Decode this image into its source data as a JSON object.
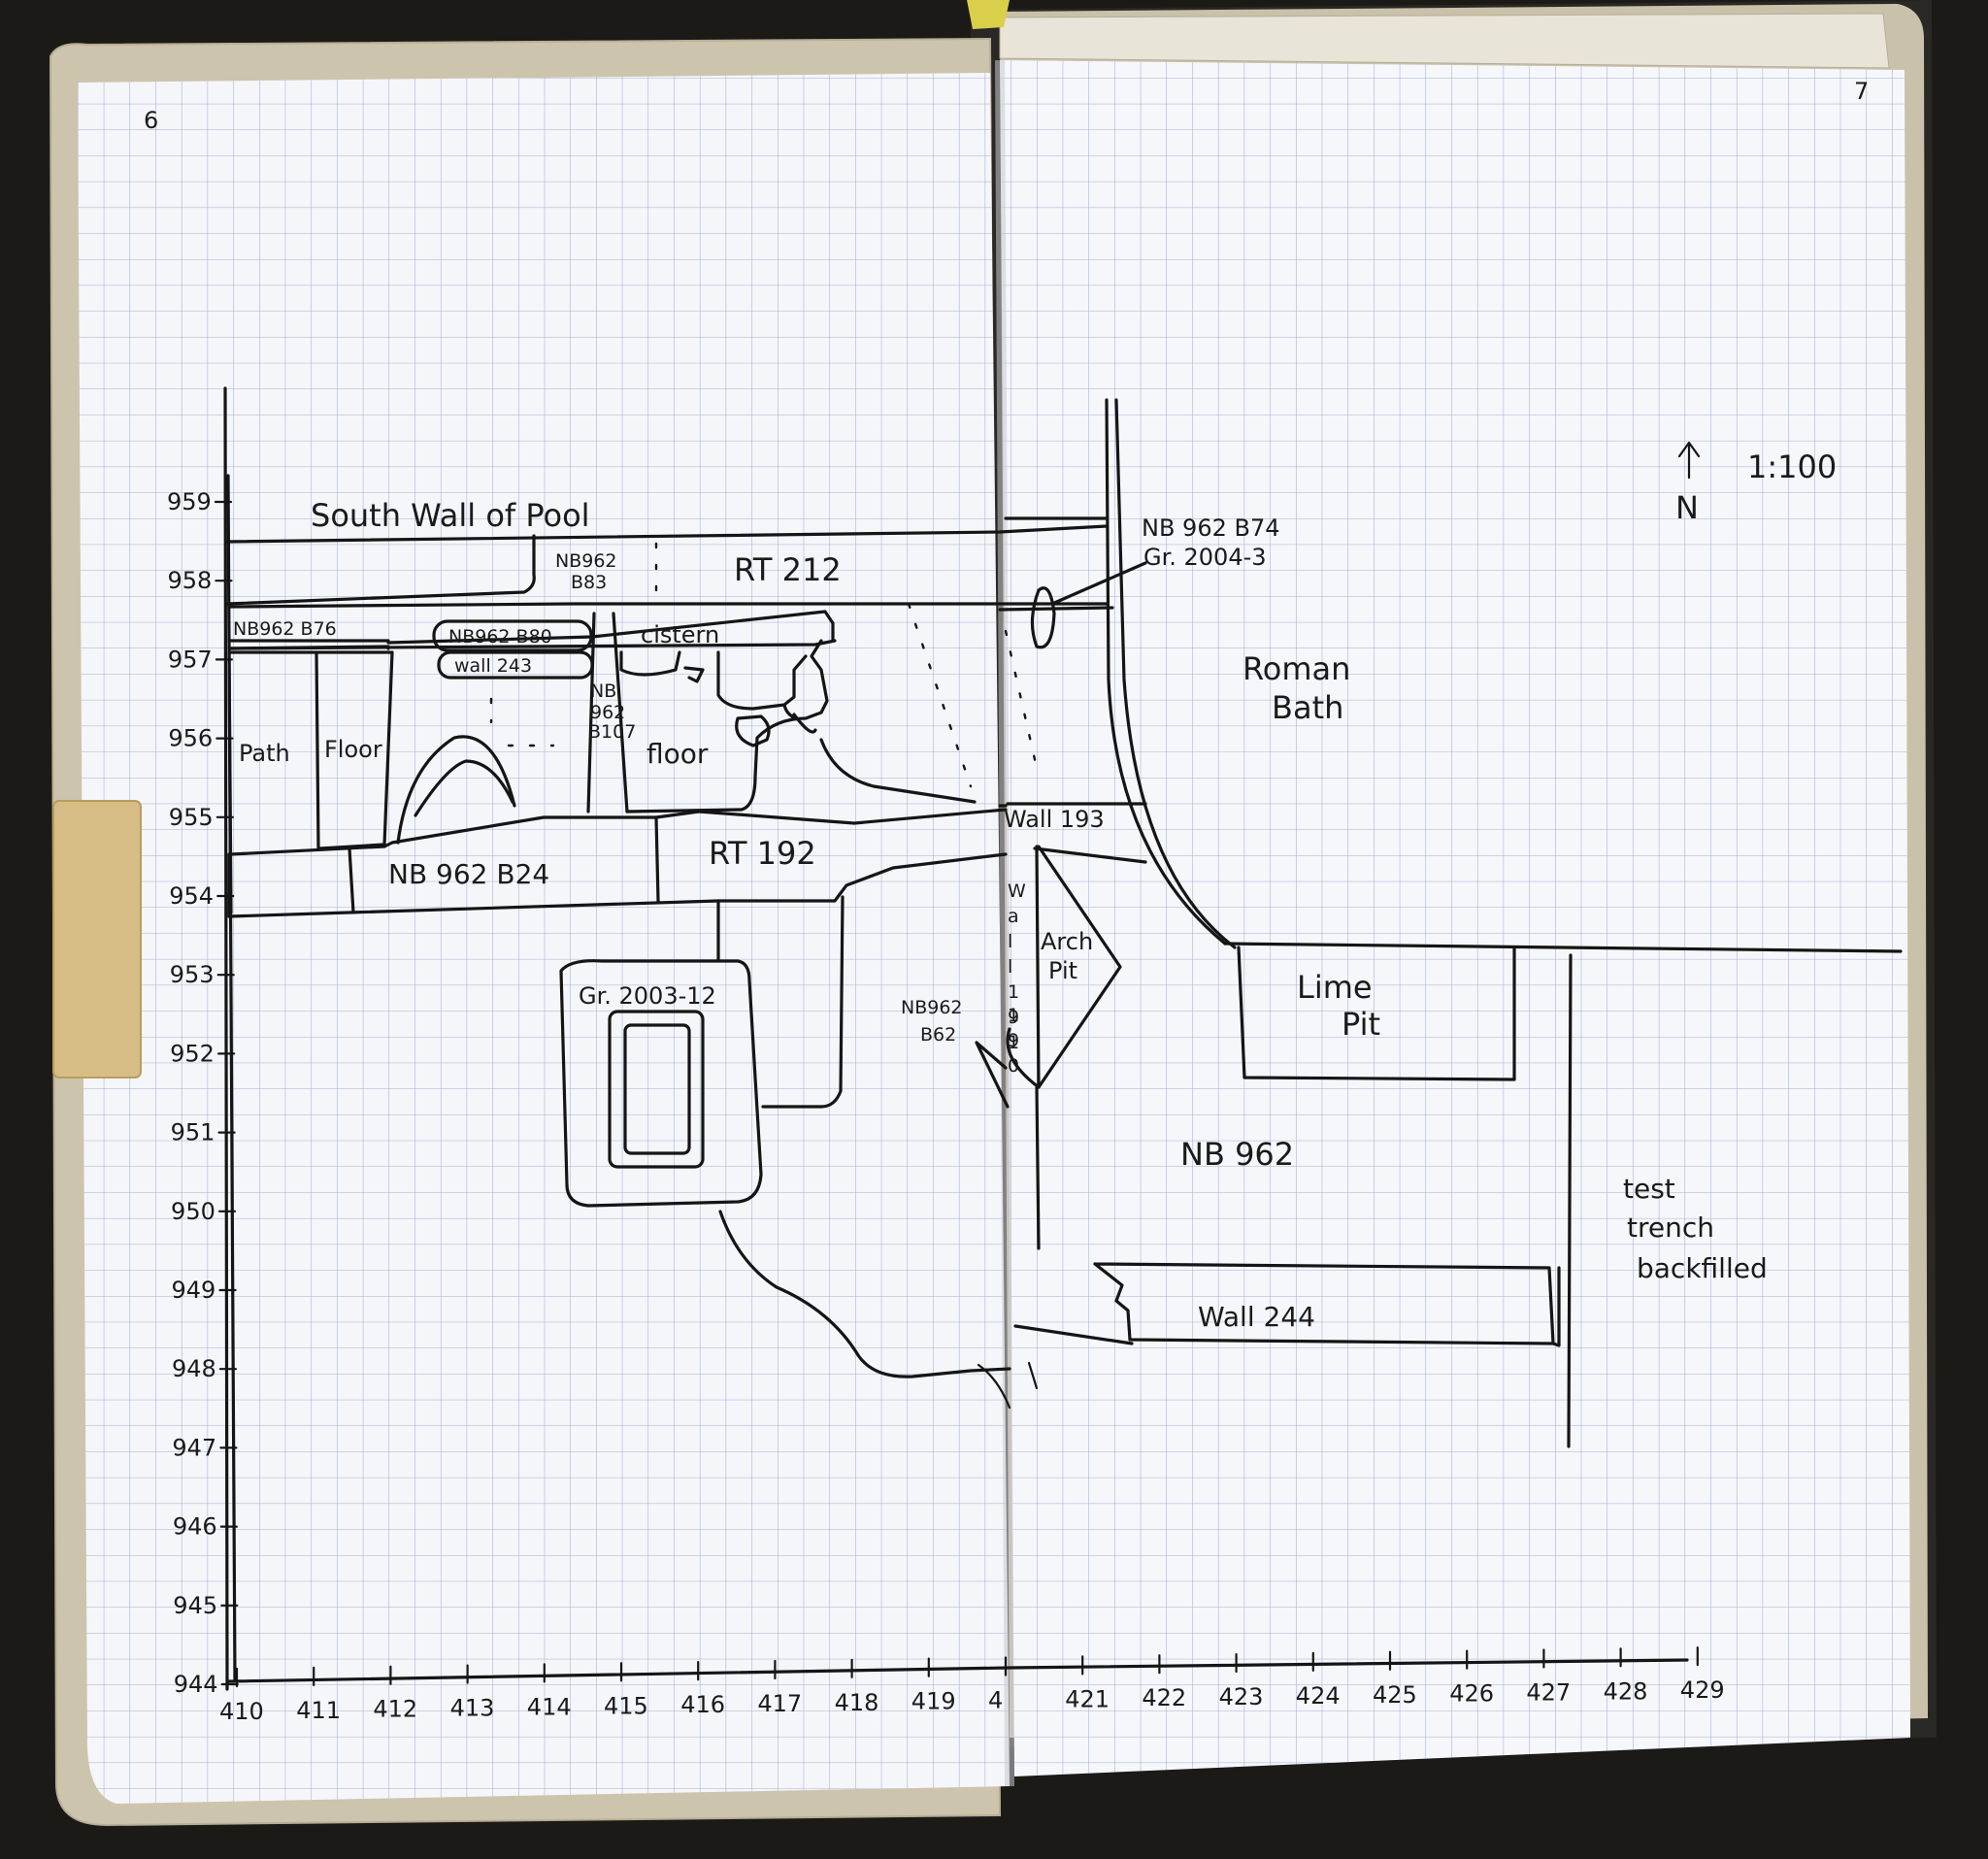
{
  "notebook": {
    "page_left_number": "6",
    "page_right_number": "7",
    "scale": "1:100",
    "north_label": "N"
  },
  "axes": {
    "y_ticks": [
      "959",
      "958",
      "957",
      "956",
      "955",
      "954",
      "953",
      "952",
      "951",
      "950",
      "949",
      "948",
      "947",
      "946",
      "945",
      "944"
    ],
    "x_ticks": [
      "410",
      "411",
      "412",
      "413",
      "414",
      "415",
      "416",
      "417",
      "418",
      "419",
      "4",
      "421",
      "422",
      "423",
      "424",
      "425",
      "426",
      "427",
      "428",
      "429"
    ]
  },
  "labels": {
    "south_wall": "South Wall of Pool",
    "nb962_b83_a": "NB962",
    "nb962_b83_b": "B83",
    "rt212": "RT 212",
    "nb962_b74": "NB 962 B74",
    "gr_2004_3": "Gr. 2004-3",
    "nb962_b76": "NB962 B76",
    "nb962_b80": "NB962 B80",
    "wall243": "wall 243",
    "cistern": "cistern",
    "nb962_b107_a": "NB",
    "nb962_b107_b": "962",
    "nb962_b107_c": "B107",
    "path": "Path",
    "floor_left": "Floor",
    "floor_right": "floor",
    "roman": "Roman",
    "bath": "Bath",
    "wall193": "Wall 193",
    "rt192": "RT 192",
    "nb962_b24": "NB 962 B24",
    "arch": "Arch",
    "pit": "Pit",
    "wall191_digits": [
      "W",
      "a",
      "l",
      "l",
      "1",
      "9",
      "1"
    ],
    "lime": "Lime",
    "lime_pit": "Pit",
    "gr_2003_12": "Gr. 2003-12",
    "nb962_b62_a": "NB962",
    "nb962_b62_b": "B62",
    "wall190": [
      "1",
      "9",
      "0"
    ],
    "nb962": "NB 962",
    "test": "test",
    "trench": "trench",
    "backfilled": "backfilled",
    "wall244": "Wall 244"
  }
}
